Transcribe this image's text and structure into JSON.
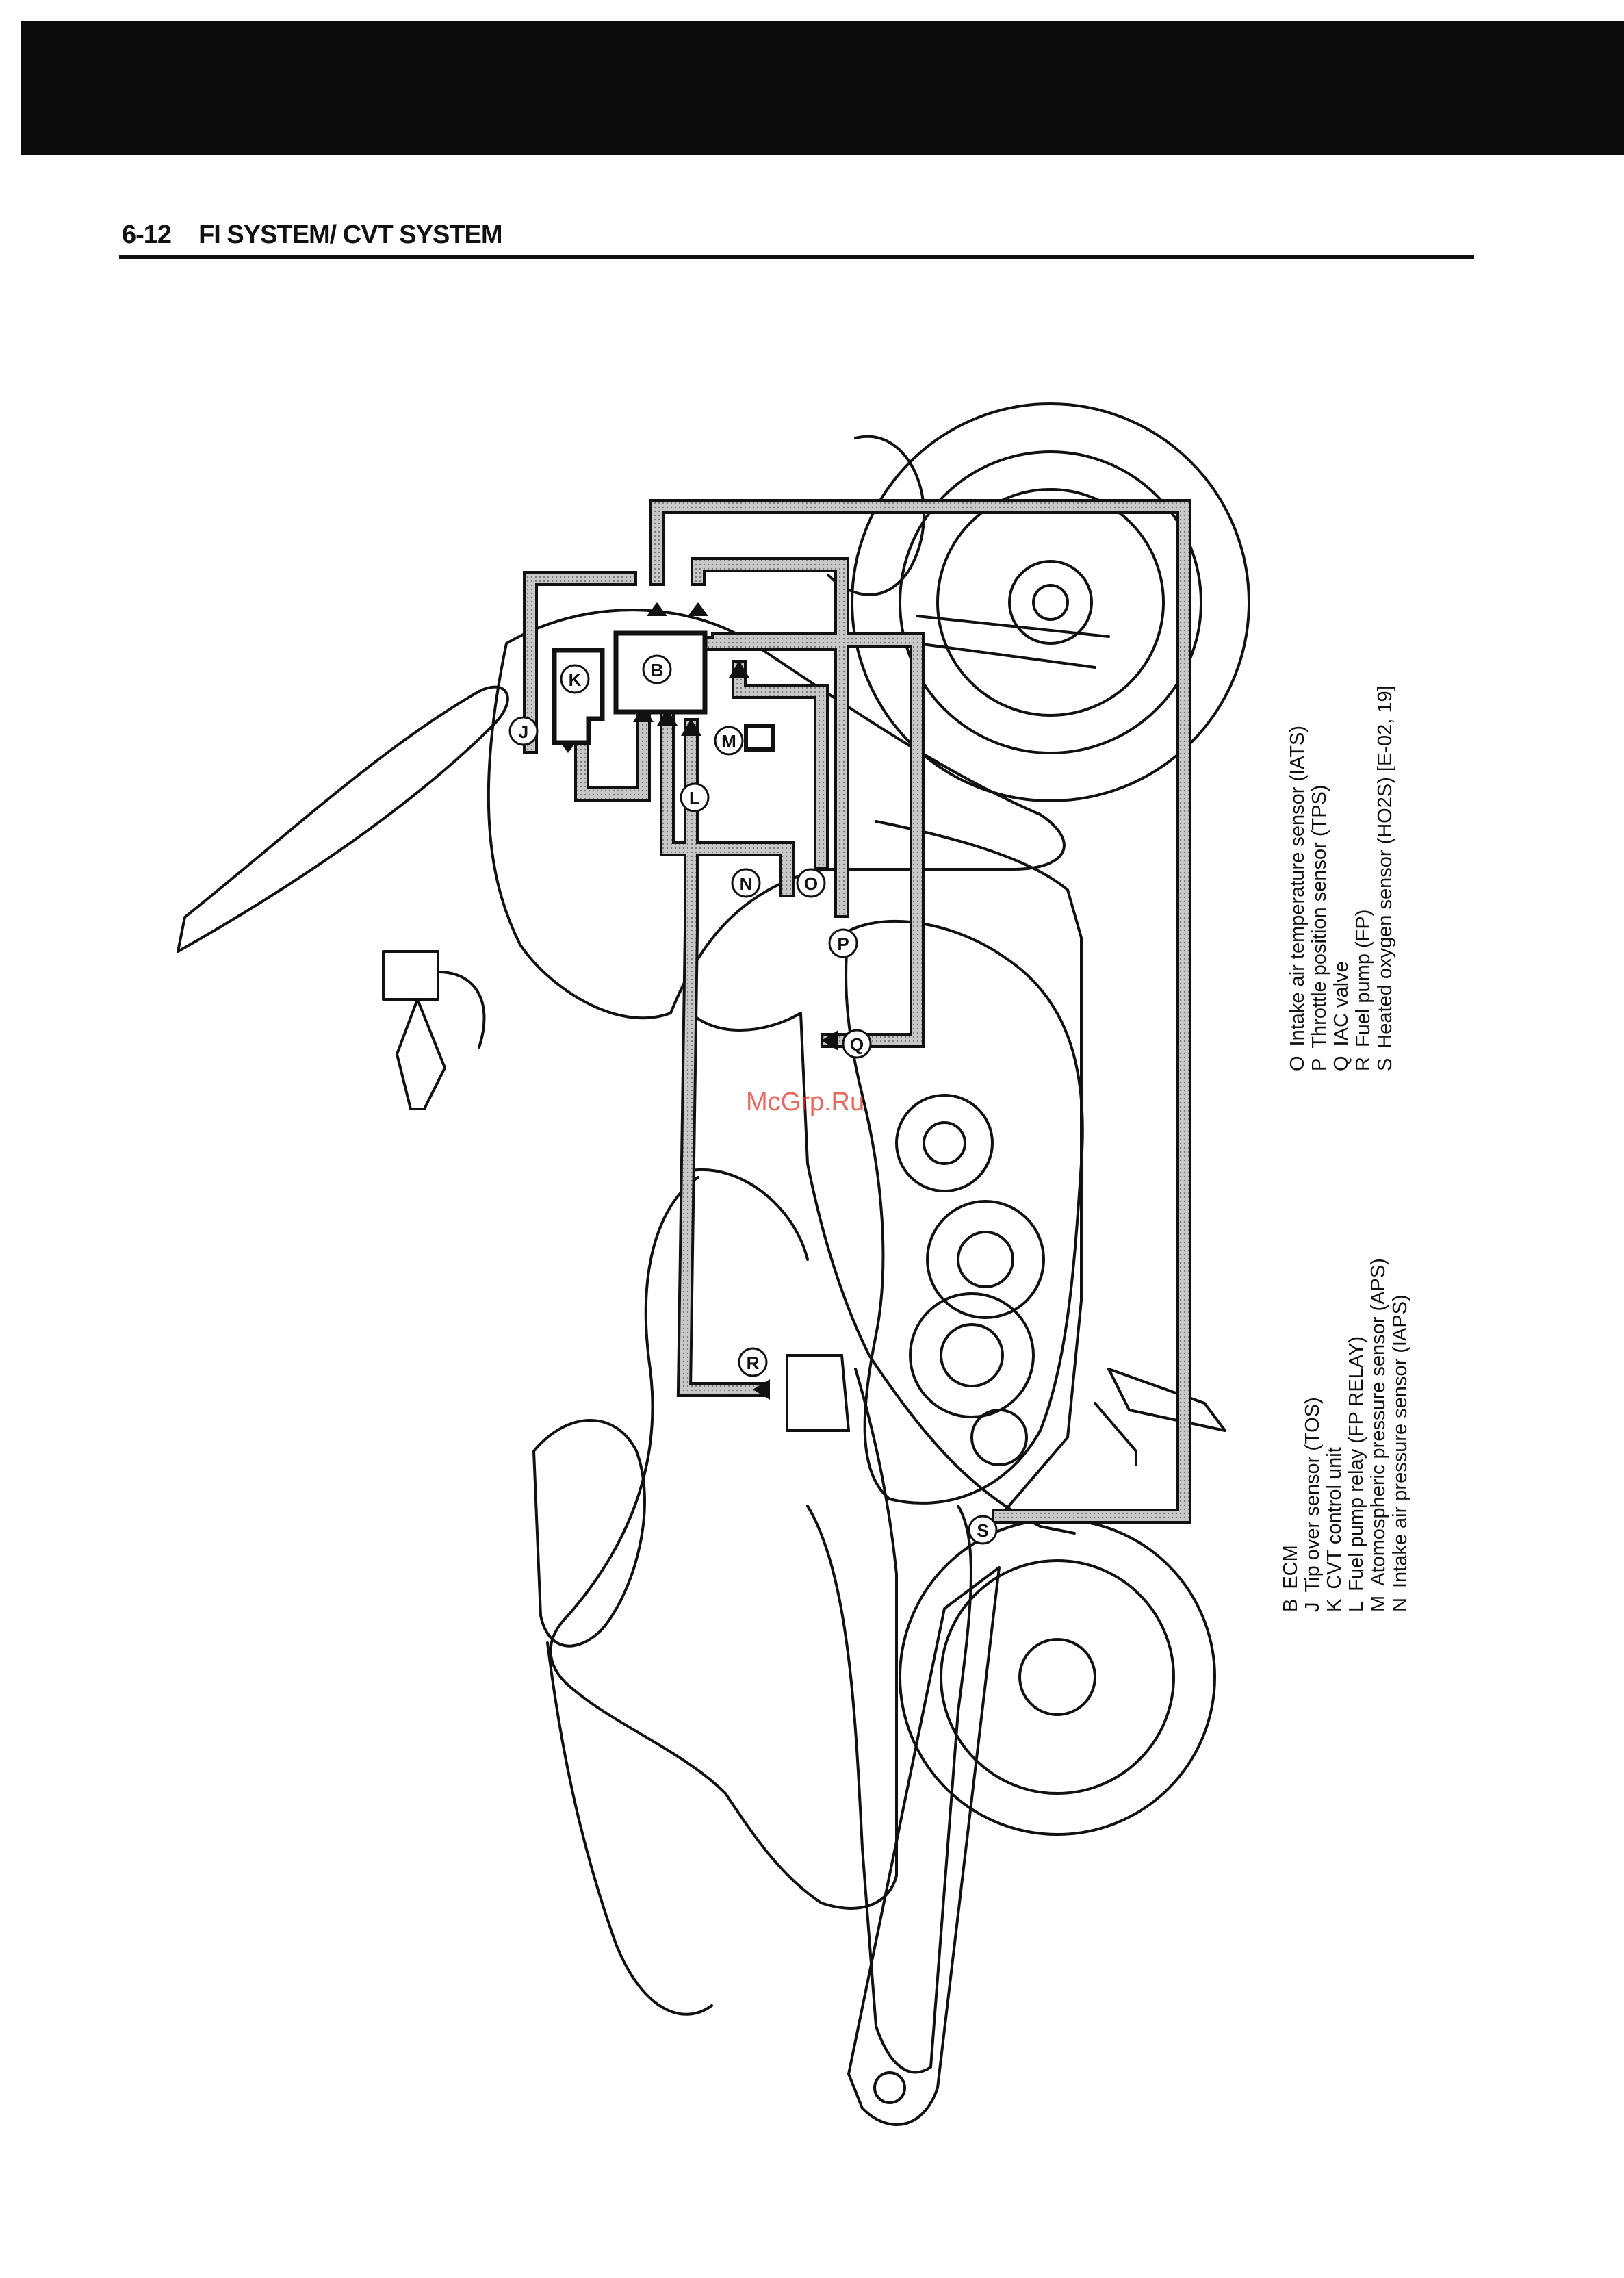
{
  "header": {
    "page_number": "6-12",
    "section_title": "FI SYSTEM/ CVT SYSTEM"
  },
  "watermark": "McGrp.Ru",
  "legend_left": [
    {
      "letter": "B",
      "label": "ECM"
    },
    {
      "letter": "J",
      "label": "Tip over sensor (TOS)"
    },
    {
      "letter": "K",
      "label": "CVT control unit"
    },
    {
      "letter": "L",
      "label": "Fuel pump relay (FP RELAY)"
    },
    {
      "letter": "M",
      "label": "Atomospheric pressure sensor (APS)"
    },
    {
      "letter": "N",
      "label": "Intake air pressure sensor (IAPS)"
    }
  ],
  "legend_right": [
    {
      "letter": "O",
      "label": "Intake air temperature sensor (IATS)"
    },
    {
      "letter": "P",
      "label": "Throttle position sensor (TPS)"
    },
    {
      "letter": "Q",
      "label": "IAC valve"
    },
    {
      "letter": "R",
      "label": "Fuel pump (FP)"
    },
    {
      "letter": "S",
      "label": "Heated oxygen sensor (HO2S) [E-02, 19]"
    }
  ],
  "callouts": {
    "B": "B",
    "J": "J",
    "K": "K",
    "L": "L",
    "M": "M",
    "N": "N",
    "O": "O",
    "P": "P",
    "Q": "Q",
    "R": "R",
    "S": "S"
  },
  "colors": {
    "line": "#111111",
    "wire_fill": "#bdbdbd",
    "watermark": "#e0392b"
  }
}
